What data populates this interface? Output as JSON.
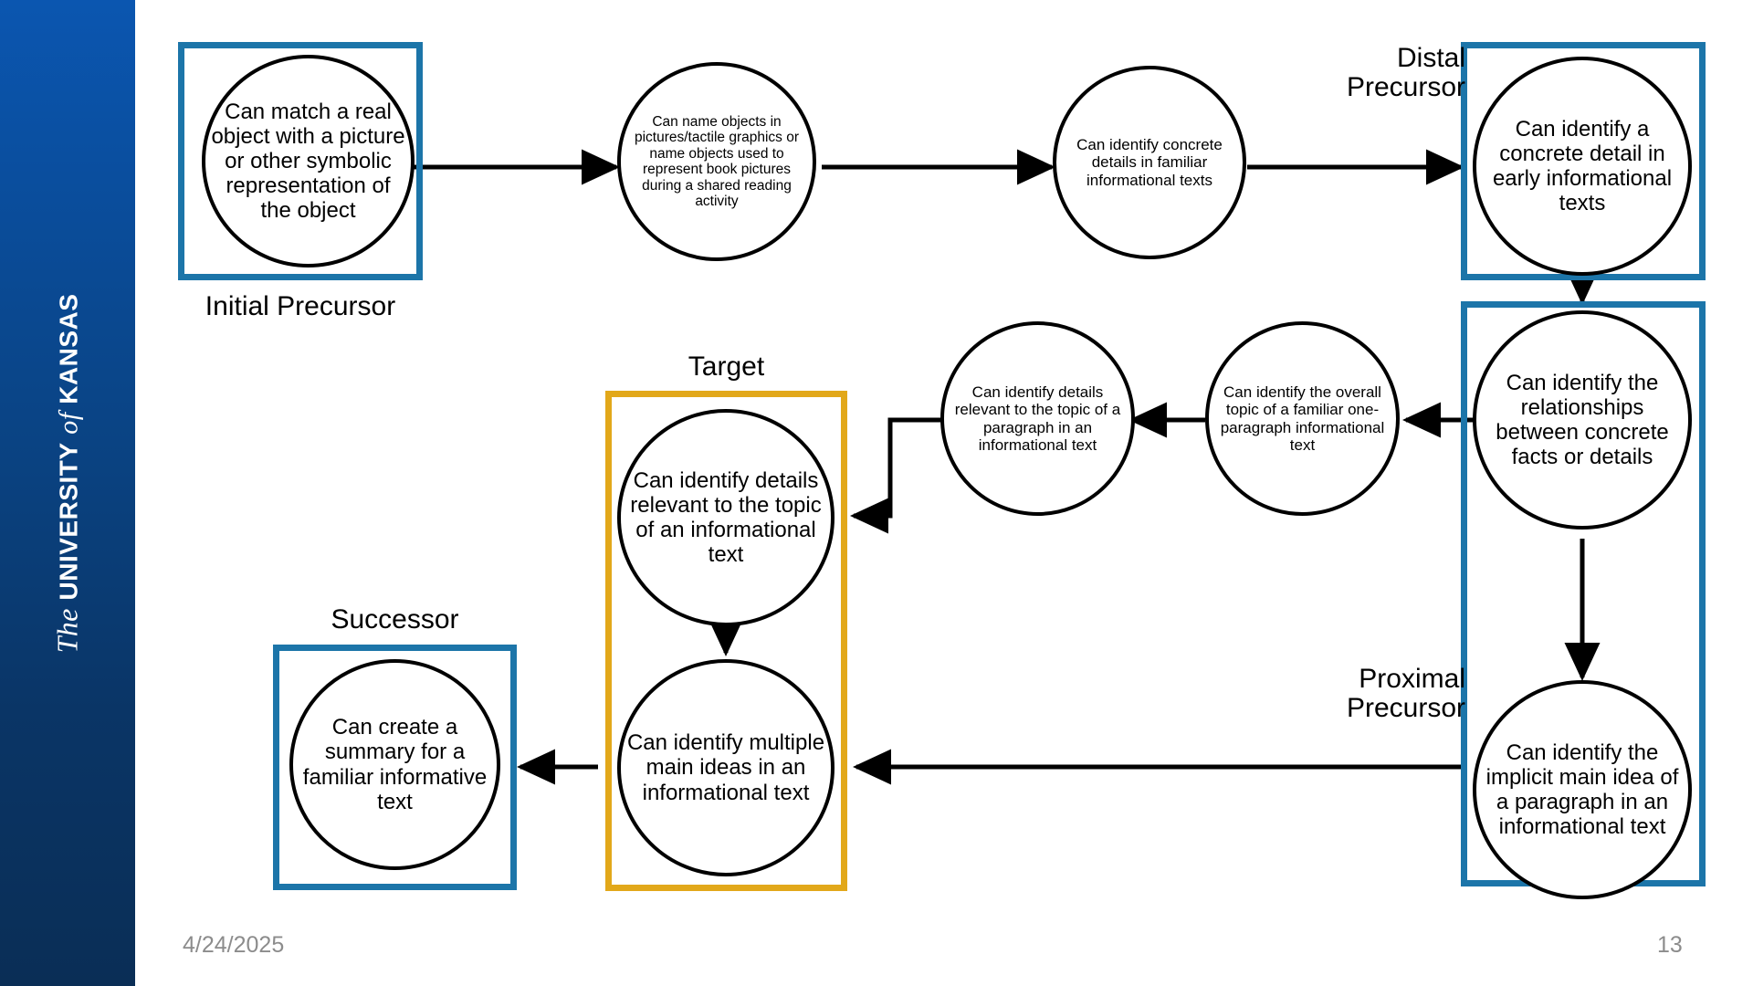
{
  "slide": {
    "page_number": "13",
    "date": "4/24/2025",
    "background_color": "#ffffff"
  },
  "brand": {
    "logo_the": "The",
    "logo_university": "UNIVERSITY",
    "logo_of": "of",
    "logo_kansas": "KANSAS",
    "bar_color_top": "#0b56b0",
    "bar_color_bottom": "#0a2e56"
  },
  "colors": {
    "box_blue": "#1c75a9",
    "box_orange": "#e2a81a",
    "connector": "#000000",
    "node_outline": "#000000",
    "footer_text": "#8c8c8c"
  },
  "group_labels": {
    "initial_precursor": "Initial Precursor",
    "distal_precursor": "Distal\nPrecursor",
    "proximal_precursor": "Proximal\nPrecursor",
    "target": "Target",
    "successor": "Successor"
  },
  "nodes": {
    "initial_precursor": "Can match a real object with a picture or other symbolic representation of the object",
    "name_objects": "Can name objects in pictures/tactile graphics or name objects used to represent book pictures during a shared reading activity",
    "concrete_details_familiar": "Can identify concrete details in familiar informational texts",
    "distal_precursor": "Can identify a concrete detail in early informational texts",
    "relationships": "Can identify the relationships between concrete facts or details",
    "overall_topic": "Can identify the overall topic of a familiar one-paragraph informational text",
    "details_paragraph": "Can identify details relevant to the topic of a paragraph in an informational text",
    "proximal_precursor": "Can identify the implicit main idea of a paragraph in an informational text",
    "target": "Can identify details relevant to the topic of an informational text",
    "multiple_main_ideas": "Can identify multiple main ideas in an informational text",
    "successor": "Can create a summary for a familiar informative text"
  }
}
